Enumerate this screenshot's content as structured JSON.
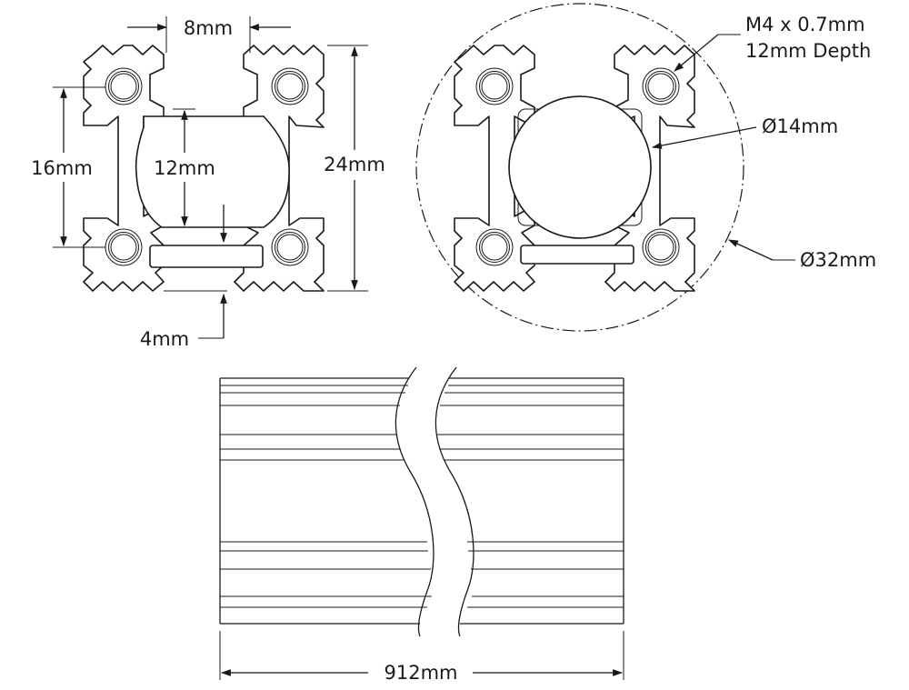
{
  "front_view": {
    "dim_slot_width": "8mm",
    "dim_bore_height": "12mm",
    "dim_hole_spacing": "16mm",
    "dim_overall": "24mm",
    "dim_web": "4mm"
  },
  "end_view": {
    "tap_spec_line1": "M4 x 0.7mm",
    "tap_spec_line2": "12mm Depth",
    "dim_bore_dia": "Ø14mm",
    "dim_outer_dia": "Ø32mm"
  },
  "side_view": {
    "dim_length": "912mm"
  }
}
